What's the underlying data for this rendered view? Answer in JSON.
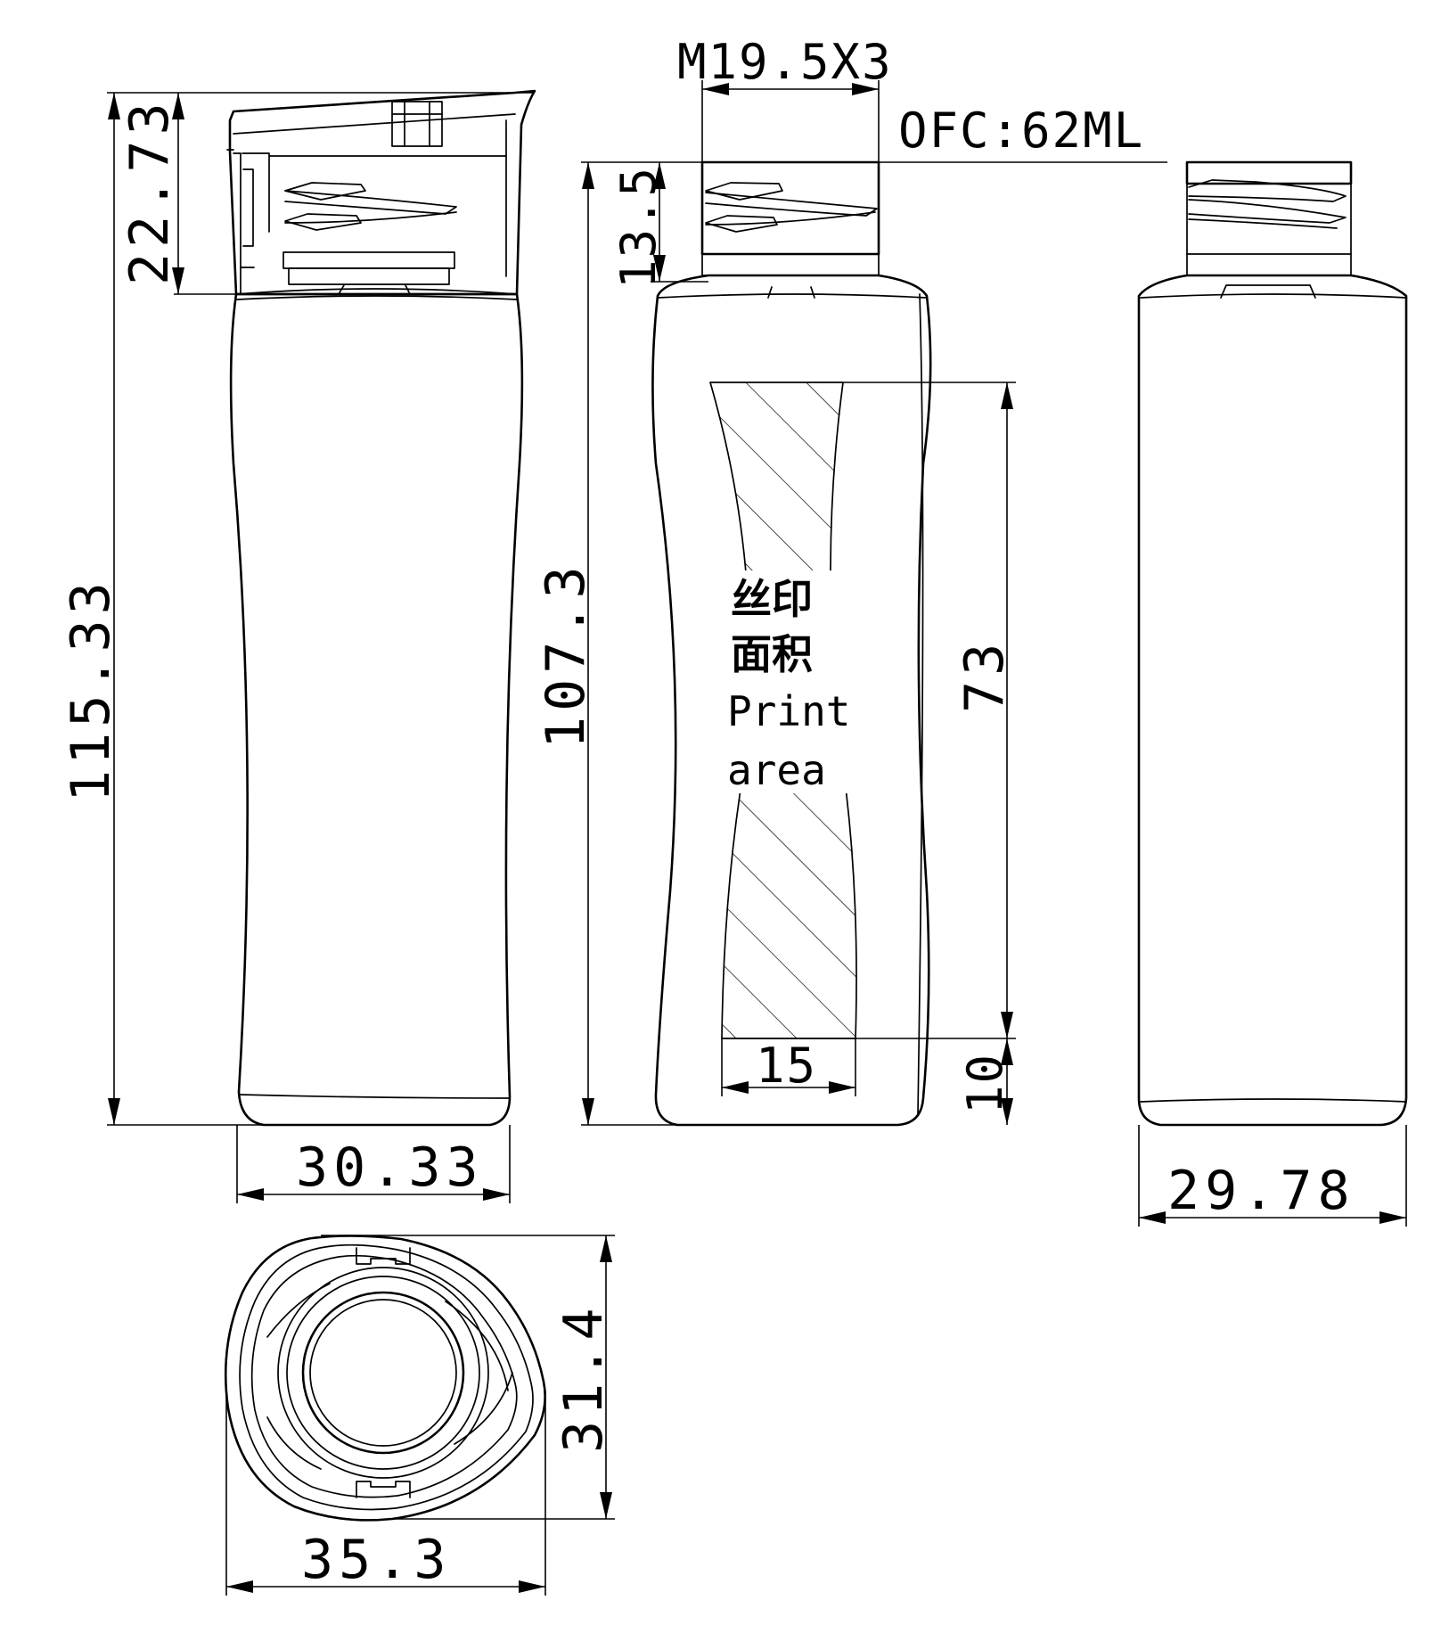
{
  "thread_spec": "M19.5X3",
  "capacity": "OFC:62ML",
  "print_area": {
    "label_cn_line1": "丝印",
    "label_cn_line2": "面积",
    "label_en_line1": "Print",
    "label_en_line2": "area"
  },
  "dimensions": {
    "cap_height": "22.73",
    "total_height": "115.33",
    "body_width_front": "30.33",
    "neck_height": "13.5",
    "bottle_height": "107.3",
    "print_height": "73",
    "print_width": "15",
    "print_bottom_offset": "10",
    "body_width_side": "29.78",
    "top_view_depth": "31.4",
    "top_view_width": "35.3"
  }
}
